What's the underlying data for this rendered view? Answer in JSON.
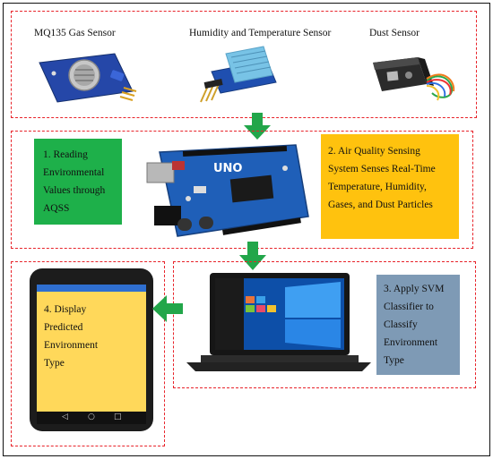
{
  "sensors": {
    "mq135_label": "MQ135 Gas Sensor",
    "humidity_label": "Humidity and Temperature Sensor",
    "dust_label": "Dust Sensor"
  },
  "steps": {
    "step1": [
      "1. Reading",
      "Environmental",
      "Values through",
      "AQSS"
    ],
    "step2": [
      "2. Air Quality Sensing",
      "System Senses Real-Time",
      "Temperature, Humidity,",
      "Gases, and Dust Particles"
    ],
    "step3": [
      "3. Apply SVM",
      "Classifier to",
      "Classify",
      "Environment",
      "Type"
    ],
    "step4": [
      "4. Display",
      "Predicted",
      "Environment",
      "Type"
    ]
  },
  "board": {
    "brand_text": "UNO"
  },
  "colors": {
    "dashed_border": "#e8232a",
    "arrow": "#22a64a",
    "step1_bg": "#1eb04a",
    "step2_bg": "#ffc20e",
    "step3_bg": "#7e9ab5",
    "step4_bg": "#ffd85a"
  }
}
